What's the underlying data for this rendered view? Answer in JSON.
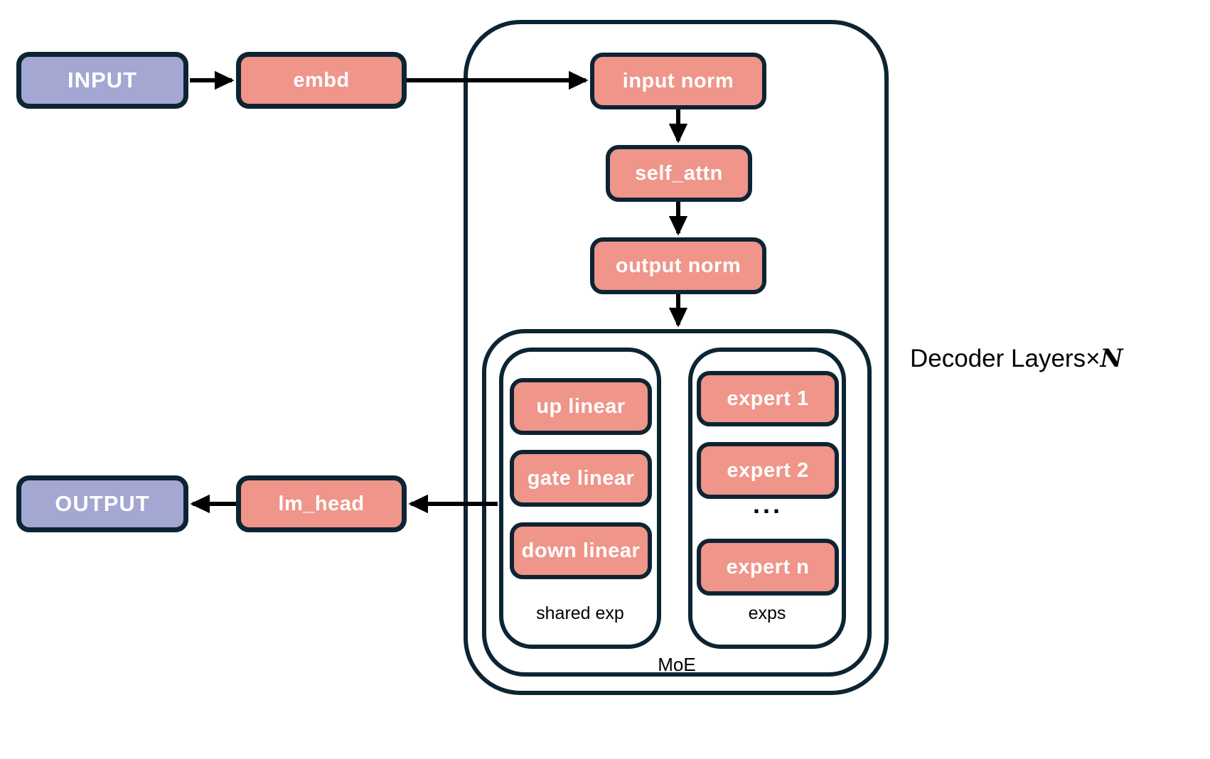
{
  "diagram": {
    "nodes": {
      "input": {
        "label": "INPUT"
      },
      "embd": {
        "label": "embd"
      },
      "input_norm": {
        "label": "input norm"
      },
      "self_attn": {
        "label": "self_attn"
      },
      "output_norm": {
        "label": "output norm"
      },
      "up_linear": {
        "label": "up linear"
      },
      "gate_linear": {
        "label": "gate linear"
      },
      "down_linear": {
        "label": "down linear"
      },
      "expert_1": {
        "label": "expert 1"
      },
      "expert_2": {
        "label": "expert 2"
      },
      "expert_ellipsis": {
        "label": "..."
      },
      "expert_n": {
        "label": "expert n"
      },
      "lm_head": {
        "label": "lm_head"
      },
      "output": {
        "label": "OUTPUT"
      }
    },
    "containers": {
      "decoder": {
        "label_prefix": "Decoder Layers×",
        "label_n": "N"
      },
      "moe": {
        "label": "MoE"
      },
      "shared_exp": {
        "label": "shared exp"
      },
      "exps": {
        "label": "exps"
      }
    },
    "colors": {
      "io_fill": "#a3a7d2",
      "module_fill": "#ef958a",
      "border": "#0d2433",
      "arrow": "#000000"
    }
  }
}
